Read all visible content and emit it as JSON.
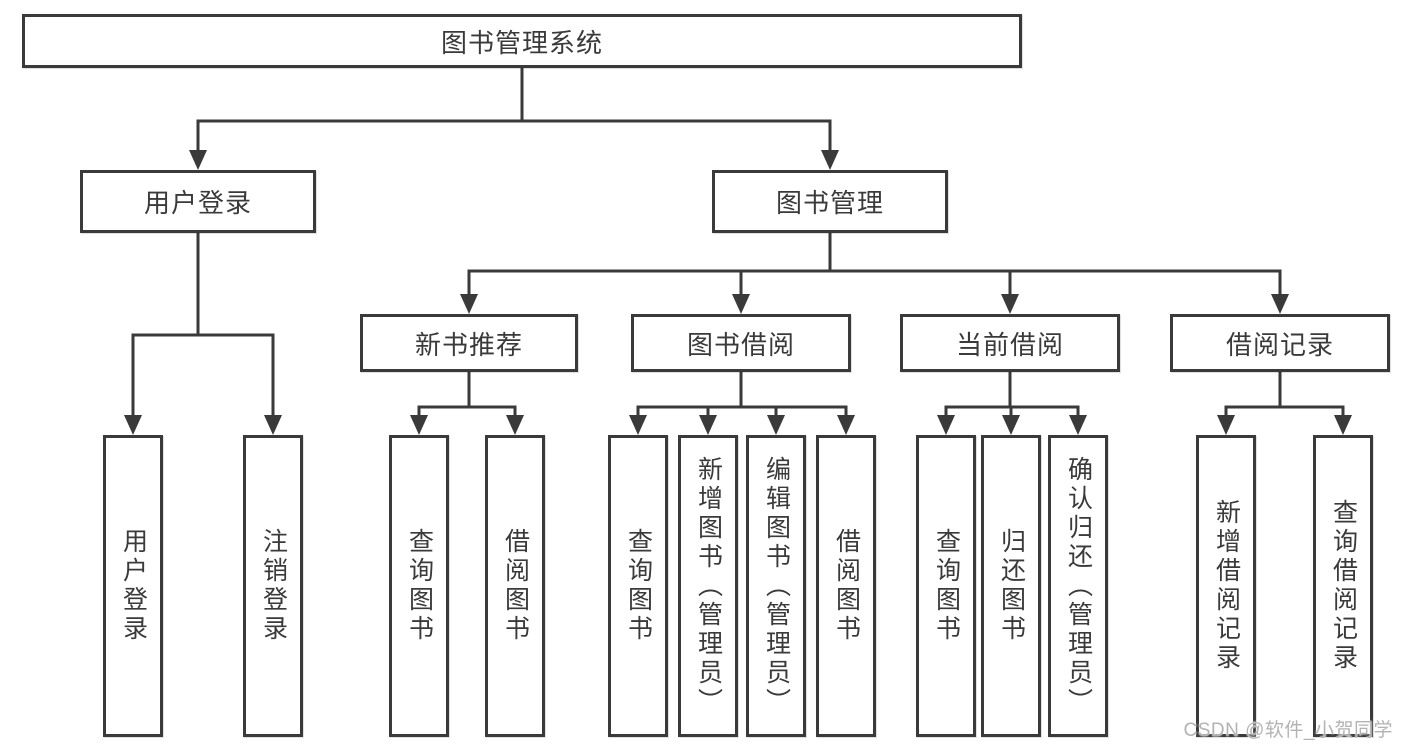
{
  "diagram": {
    "root": "图书管理系统",
    "level2": {
      "user_login": "用户登录",
      "book_management": "图书管理"
    },
    "level3": {
      "new_books": "新书推荐",
      "book_borrow": "图书借阅",
      "current_borrow": "当前借阅",
      "borrow_records": "借阅记录"
    },
    "leaves": {
      "user_login": [
        "用户登录",
        "注销登录"
      ],
      "new_books": [
        "查询图书",
        "借阅图书"
      ],
      "book_borrow": [
        "查询图书",
        "新增图书（管理员）",
        "编辑图书（管理员）",
        "借阅图书"
      ],
      "current_borrow": [
        "查询图书",
        "归还图书",
        "确认归还（管理员）"
      ],
      "borrow_records": [
        "新增借阅记录",
        "查询借阅记录"
      ]
    }
  },
  "watermark": "CSDN @软件_小贺同学",
  "colors": {
    "line": "#3a3a3a",
    "box_border": "#3a3a3a",
    "text": "#3a3a3a",
    "watermark": "#b3b3b3",
    "background": "#ffffff"
  }
}
